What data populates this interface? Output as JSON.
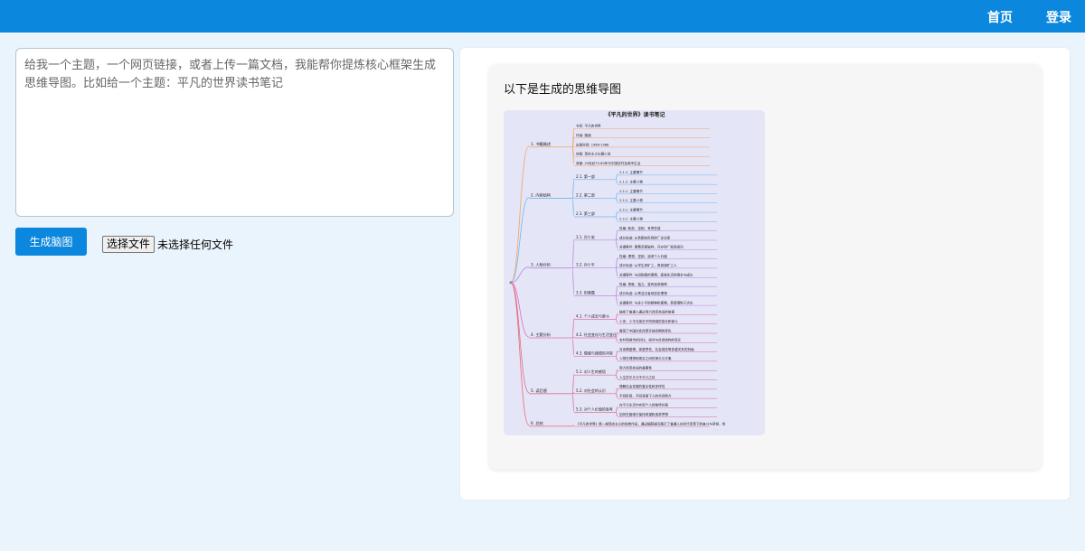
{
  "nav": {
    "home": "首页",
    "login": "登录"
  },
  "input": {
    "placeholder": "给我一个主题，一个网页链接，或者上传一篇文档，我能帮你提炼核心框架生成思维导图。比如给一个主题：平凡的世界读书笔记",
    "value": ""
  },
  "actions": {
    "generate_label": "生成脑图",
    "file_button_label": "选择文件",
    "file_status": "未选择任何文件"
  },
  "result": {
    "heading": "以下是生成的思维导图",
    "mindmap": {
      "title": "《平凡的世界》读书笔记",
      "branches": [
        {
          "label": "1. 书籍概述",
          "color": "#f0a35e",
          "leaves": [
            "书名: 平凡的世界",
            "作者: 路遥",
            "出版时间: 1986-1988",
            "体裁: 现实主义长篇小说",
            "背景: 20世纪70-80年代中国农村及城市生活"
          ]
        },
        {
          "label": "2. 内容结构",
          "color": "#6fb7e8",
          "subs": [
            {
              "label": "2.1. 第一部",
              "leaves": [
                "2.1.1. 主要情节",
                "2.1.2. 主要人物"
              ]
            },
            {
              "label": "2.2. 第二部",
              "leaves": [
                "2.2.1. 主要情节",
                "2.2.2. 主要人物"
              ]
            },
            {
              "label": "2.3. 第三部",
              "leaves": [
                "2.3.1. 主要情节",
                "2.3.2. 主要人物"
              ]
            }
          ]
        },
        {
          "label": "3. 人物分析",
          "color": "#b58ad9",
          "subs": [
            {
              "label": "3.1. 孙少安",
              "leaves": [
                "性格: 勤劳、坚韧、有责任感",
                "成长轨迹: 从贫困农民到砖厂企业家",
                "关键事件: 看着恋爱破碎，开办砖厂投资成功"
              ]
            },
            {
              "label": "3.2. 孙少平",
              "leaves": [
                "性格: 理想、坚韧、追求个人价值",
                "成长轨迹: 从学生到矿工，再到煤矿工人",
                "关键事件: 与田晓霞的爱情，面临生活的艰辛与成长"
              ]
            },
            {
              "label": "3.3. 田晓霞",
              "leaves": [
                "性格: 勇敢、独立、富有追求精神",
                "成长轨迹: 从青涩记者到坚定理想",
                "关键事件: 与孙少平的精神和爱情，英勇牺牲于洪水"
              ]
            }
          ]
        },
        {
          "label": "4. 主题分析",
          "color": "#e26ab0",
          "subs": [
            {
              "label": "4.1. 个人成长与奋斗",
              "leaves": [
                "描绘了普通人通过努力改变命运的故事",
                "少安、少平兄弟在不同领域的成长和奋斗"
              ]
            },
            {
              "label": "4.2. 社会变化与生活变迁",
              "leaves": [
                "展现了中国社会改革开放初期的变化",
                "农村和城市的对比，经济与社会结构的变迁"
              ]
            },
            {
              "label": "4.3. 情感与理想的冲突",
              "leaves": [
                "对亲情爱情、家庭责任、社会观念等多重关系的刻画",
                "人物在理想和现实之间的挣扎与平衡"
              ]
            }
          ]
        },
        {
          "label": "5. 读后感",
          "color": "#d96d8e",
          "subs": [
            {
              "label": "5.1. 对人生的感悟",
              "leaves": [
                "努力改变命运的重要性",
                "人生的平凡与不平凡之处"
              ]
            },
            {
              "label": "5.2. 对社会的认识",
              "leaves": [
                "理解社会发展的复杂性和多样性",
                "不同阶层、不同背景下人的共同努力"
              ]
            },
            {
              "label": "5.3. 对个人价值的思考",
              "leaves": [
                "在平凡生活中实现个人的独特价值",
                "如何在困难中保持希望和追求梦想"
              ]
            }
          ]
        },
        {
          "label": "6. 总结",
          "color": "#e86b6b",
          "leaves": [
            "《平凡的世界》是一部现实主义的经典作品，通过细腻描写展示了普通人在时代变革下的奋斗与坚韧，给读者带来深刻的思考和启示"
          ]
        }
      ]
    }
  }
}
